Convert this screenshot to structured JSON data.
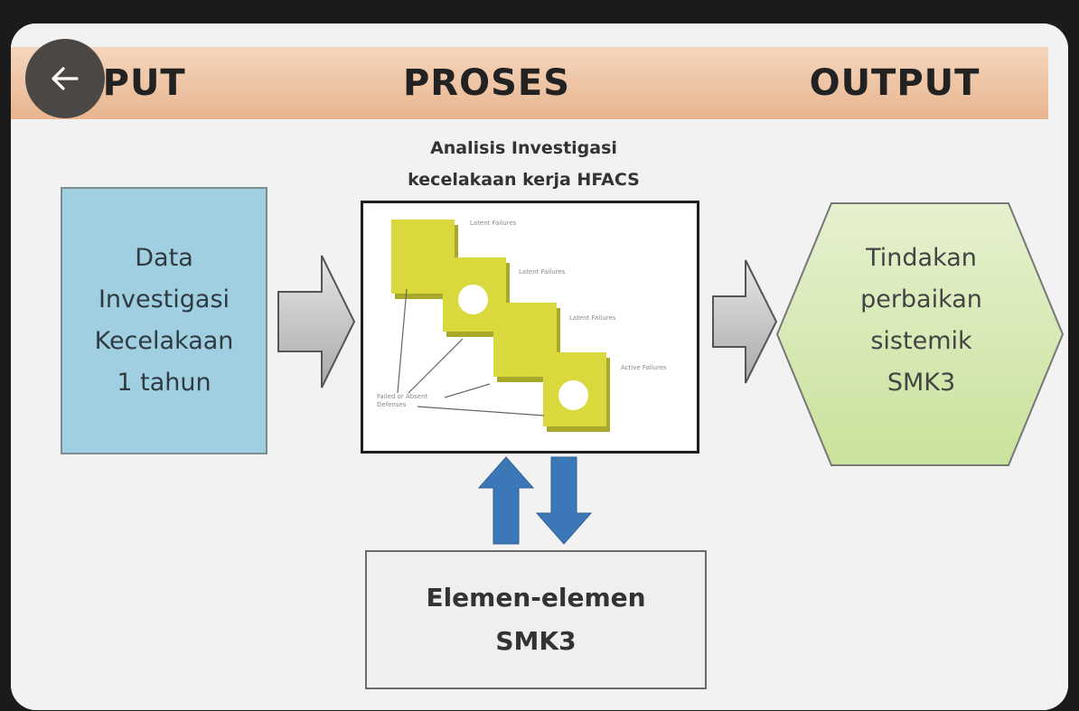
{
  "header": {
    "input": "INPUT",
    "proses": "PROSES",
    "output": "OUTPUT"
  },
  "input_box": {
    "lines": [
      "Data",
      "Investigasi",
      "Kecelakaan",
      "1 tahun"
    ]
  },
  "proses": {
    "title_lines": [
      "Analisis Investigasi",
      "kecelakaan kerja HFACS"
    ],
    "labels": [
      "Latent Failures",
      "Latent Failures",
      "Latent Failures",
      "Active Failures",
      "Failed or Absent Defenses"
    ]
  },
  "elements_box": {
    "lines": [
      "Elemen-elemen",
      "SMK3"
    ]
  },
  "output_box": {
    "lines": [
      "Tindakan",
      "perbaikan",
      "sistemik",
      "SMK3"
    ]
  },
  "colors": {
    "header": "#e8b58f",
    "input_fill": "#9fcfe1",
    "output_fill": "#d7eab2",
    "layer_fill": "#d9d83c",
    "vertical_arrows": "#3c78b8",
    "frame_background": "#1b1b1b"
  },
  "icons": {
    "back": "arrow-left-icon"
  }
}
